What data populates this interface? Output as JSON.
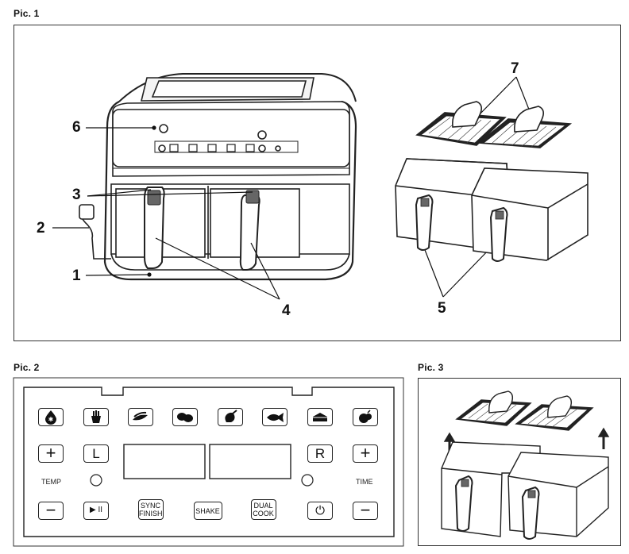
{
  "pic1": {
    "label": "Pic. 1",
    "callouts": [
      "1",
      "2",
      "3",
      "4",
      "5",
      "6",
      "7"
    ]
  },
  "pic2": {
    "label": "Pic. 2",
    "top_icons": [
      "defrost-icon",
      "fries-icon",
      "vegetables-icon",
      "steak-icon",
      "chicken-icon",
      "fish-icon",
      "cake-icon",
      "dehydrate-icon"
    ],
    "buttons": {
      "plus": "+",
      "minus": "−",
      "left": "L",
      "right": "R",
      "play_pause": "▶ II",
      "sync_finish": [
        "SYNC",
        "FINISH"
      ],
      "shake": "SHAKE",
      "dual_cook": [
        "DUAL",
        "COOK"
      ],
      "power": "⏻"
    },
    "temp_label": "TEMP",
    "time_label": "TIME"
  },
  "pic3": {
    "label": "Pic. 3"
  }
}
